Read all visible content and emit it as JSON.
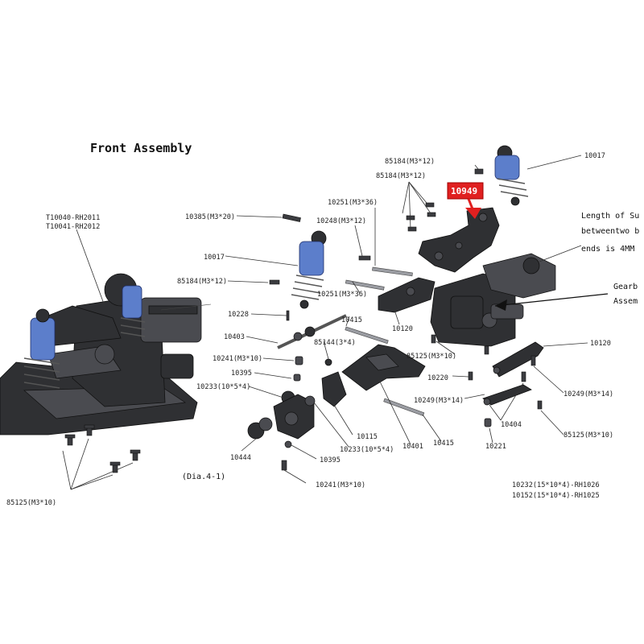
{
  "title": "Front Assembly",
  "diagram_ref": "(Dia.4-1)",
  "highlight": {
    "label": "10949",
    "color": "#e02020"
  },
  "notes": {
    "length_line1": "Length of Su",
    "length_line2": "betweentwo b",
    "length_line3": "ends is 4MM",
    "gear_line1": "Gearb",
    "gear_line2": "Assem"
  },
  "labels": {
    "t10040": "T10040-RH2011",
    "t10041": "T10041-RH2012",
    "l85125_left": "85125(M3*10)",
    "l10385": "10385(M3*20)",
    "l10017_left": "10017",
    "l85184_left": "85184(M3*12)",
    "l10228": "10228",
    "l10403": "10403",
    "l10241_a": "10241(M3*10)",
    "l10395_a": "10395",
    "l10233_a": "10233(10*5*4)",
    "l10444": "10444",
    "l10395_b": "10395",
    "l10241_b": "10241(M3*10)",
    "l10251_a": "10251(M3*36)",
    "l10248": "10248(M3*12)",
    "l10251_b": "10251(M3*36)",
    "l10415_a": "10415",
    "l85144": "85144(3*4)",
    "l10115": "10115",
    "l10233_b": "10233(10*5*4)",
    "l10401": "10401",
    "l10415_b": "10415",
    "l10120_a": "10120",
    "l85184_top1": "85184(M3*12)",
    "l85184_top2": "85184(M3*12)",
    "l10017_right": "10017",
    "l85125_mid": "85125(M3*10)",
    "l10220": "10220",
    "l10249_a": "10249(M3*14)",
    "l10221": "10221",
    "l10120_b": "10120",
    "l10249_b": "10249(M3*14)",
    "l10404": "10404",
    "l85125_right": "85125(M3*10)",
    "l10232": "10232(15*10*4)-RH1026",
    "l10152": "10152(15*10*4)-RH1025"
  }
}
